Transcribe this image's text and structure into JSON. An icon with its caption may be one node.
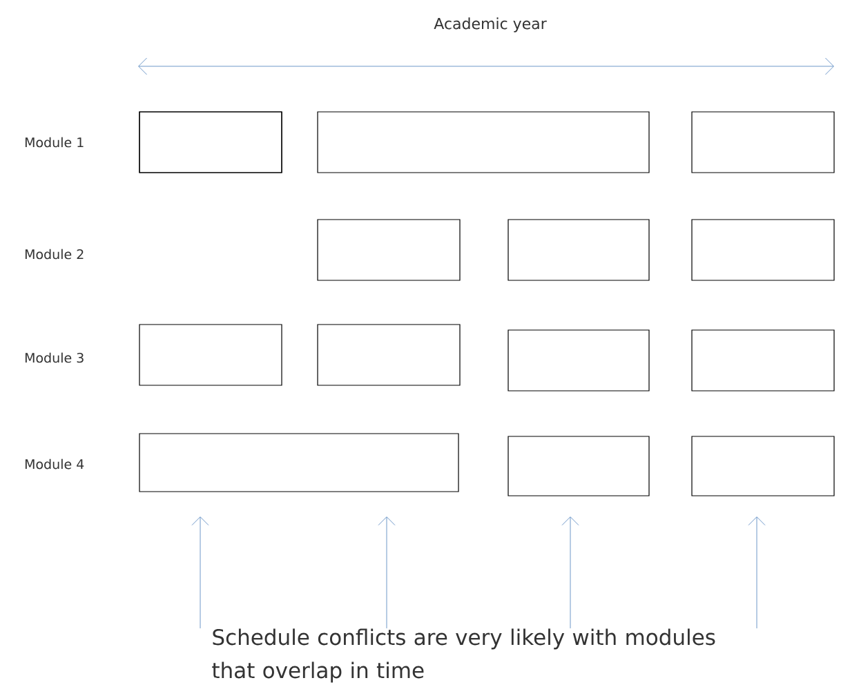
{
  "diagram": {
    "title": "Academic year",
    "nodes": [
      {
        "text": [],
        "shape": "box"
      },
      {
        "text": [],
        "shape": "box"
      },
      {
        "text": [],
        "shape": "box"
      },
      {
        "text": [],
        "shape": "box"
      },
      {
        "text": [],
        "shape": "box"
      },
      {
        "text": [],
        "shape": "box"
      },
      {
        "text": [],
        "shape": "box"
      },
      {
        "text": [],
        "shape": "box"
      },
      {
        "text": [],
        "shape": "box"
      },
      {
        "text": [],
        "shape": "box"
      },
      {
        "text": [],
        "shape": "box"
      },
      {
        "text": [],
        "shape": "box"
      },
      {
        "text": [],
        "shape": "box"
      },
      {
        "text": [],
        "shape": "box"
      },
      {
        "text": [
          "Schedule conflicts are very likely with modules that overlap in time"
        ]
      }
    ],
    "edges": [
      {
        "from": 14,
        "to": null,
        "arrow": "to"
      },
      {
        "from": 14,
        "to": null,
        "arrow": "to"
      },
      {
        "from": 14,
        "to": null,
        "arrow": "to"
      },
      {
        "from": 14,
        "to": null,
        "arrow": "to"
      }
    ],
    "labels": [
      "Module 1",
      "Module 2",
      "Module 3",
      "Module 4"
    ]
  }
}
